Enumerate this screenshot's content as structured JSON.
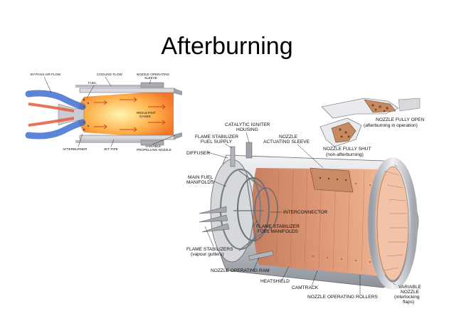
{
  "slide": {
    "title": "Afterburning"
  },
  "schematic": {
    "labels": {
      "bypass_air_flow": "BY-PASS AIR FLOW",
      "cooling_flow": "COOLING FLOW",
      "nozzle_operating_sleeve_1": "NOZZLE OPERATING",
      "nozzle_operating_sleeve_2": "SLEEVE",
      "fuel": "FUEL",
      "resultant_gases_1": "RESULTANT",
      "resultant_gases_2": "GASES",
      "afterburner": "AFTERBURNER",
      "jet_pipe": "JET PIPE",
      "variable_propelling_nozzle_1": "VARIABLE",
      "variable_propelling_nozzle_2": "PROPELLING NOZZLE"
    }
  },
  "cutaway": {
    "labels": {
      "catalytic_igniter_1": "CATALYTIC IGNITER",
      "catalytic_igniter_2": "HOUSING",
      "flame_stabilizer_fuel_supply_1": "FLAME STABILIZER",
      "flame_stabilizer_fuel_supply_2": "FUEL SUPPLY",
      "nozzle_actuating_sleeve_1": "NOZZLE",
      "nozzle_actuating_sleeve_2": "ACTUATING SLEEVE",
      "diffuser": "DIFFUSER",
      "main_fuel_manifolds_1": "MAIN FUEL",
      "main_fuel_manifolds_2": "MANIFOLDS",
      "interconnector": "INTERCONNECTOR",
      "flame_stabilizer_fuel_manifolds_1": "FLAME STABILIZER",
      "flame_stabilizer_fuel_manifolds_2": "FUEL MANIFOLDS",
      "flame_stabilizers_1": "FLAME STABILIZERS",
      "flame_stabilizers_2": "(vapour gutters)",
      "nozzle_operating_ram": "NOZZLE OPERATING RAM",
      "heatshield": "HEATSHIELD",
      "camtrack": "CAMTRACK",
      "nozzle_operating_rollers": "NOZZLE OPERATING ROLLERS",
      "variable_nozzle_1": "VARIABLE",
      "variable_nozzle_2": "NOZZLE",
      "variable_nozzle_3": "(interlocking",
      "variable_nozzle_4": "flaps)"
    }
  },
  "insets": {
    "nozzle_fully_open_1": "NOZZLE FULLY OPEN",
    "nozzle_fully_open_2": "(afterburning in operation)",
    "nozzle_fully_shut_1": "NOZZLE FULLY SHUT",
    "nozzle_fully_shut_2": "(non-afterburning)"
  },
  "colors": {
    "flame_core": "#fff2a8",
    "flame_mid": "#ffb84a",
    "flame_edge": "#f26a22",
    "bypass_blue": "#3f6fd0",
    "metal_light": "#e4e6ea",
    "metal_dark": "#8b8f98",
    "copper": "#d98a66",
    "nozzle_gold": "#d9a740"
  }
}
